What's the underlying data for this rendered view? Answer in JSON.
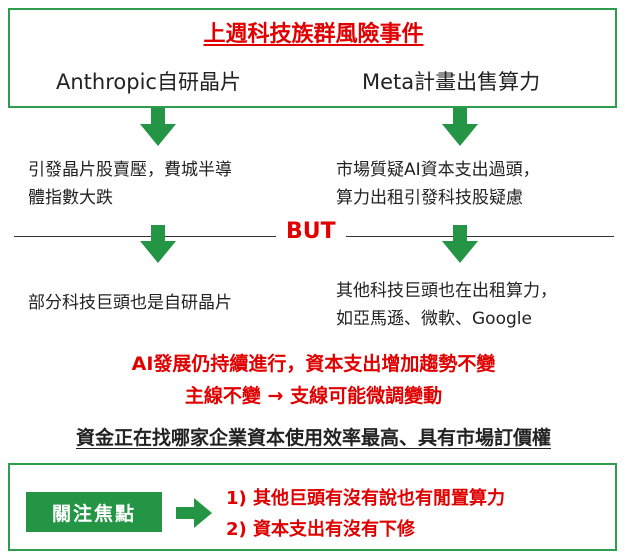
{
  "title": "上週科技族群風險事件",
  "left": {
    "heading": "Anthropic自研晶片",
    "line1": "引發晶片股賣壓，費城半導",
    "line2": "體指數大跌",
    "line3": "部分科技巨頭也是自研晶片"
  },
  "right": {
    "heading": "Meta計畫出售算力",
    "line1": "市場質疑AI資本支出過頭，",
    "line2": "算力出租引發科技股疑慮",
    "line3": "其他科技巨頭也在出租算力，",
    "line4": "如亞馬遜、微軟、Google"
  },
  "divider_label": "BUT",
  "conclusion": {
    "line1": "AI發展仍持續進行，資本支出增加趨勢不變",
    "line2": "主線不變 → 支線可能微調變動"
  },
  "summary": "資金正在找哪家企業資本使用效率最高、具有市場訂價權",
  "focus": {
    "label": "關注焦點",
    "items": [
      "1) 其他巨頭有沒有說也有閒置算力",
      "2) 資本支出有沒有下修"
    ]
  },
  "colors": {
    "accent_green": "#249445",
    "alert_red": "#e00000"
  }
}
